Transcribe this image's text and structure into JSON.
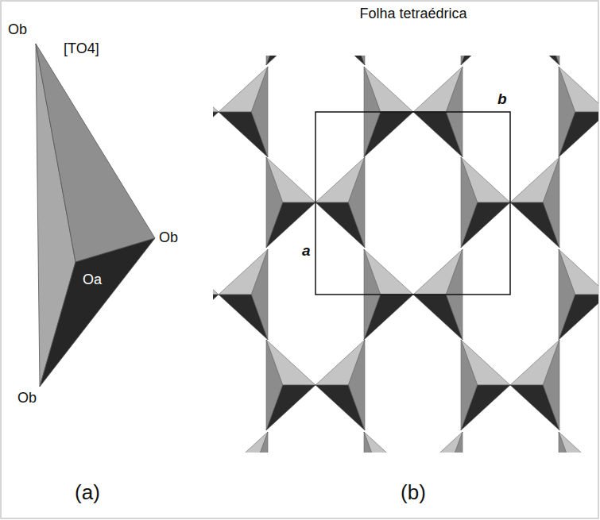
{
  "diagram": {
    "labels": [
      "[TO4]",
      "Folha tetraédrica",
      "Ob",
      "Oa",
      "Ob",
      "b",
      "a",
      "Ob",
      "(a)",
      "(b)"
    ]
  }
}
